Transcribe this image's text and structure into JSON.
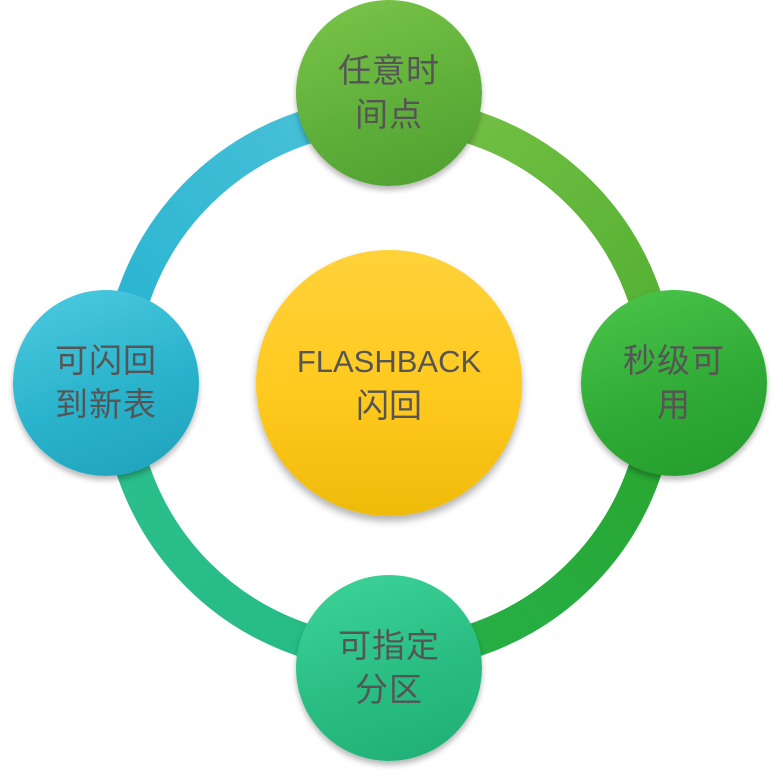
{
  "center": {
    "line1": "FLASHBACK",
    "line2": "闪回",
    "color": "#ffc91e"
  },
  "nodes": {
    "top": {
      "line1": "任意时",
      "line2": "间点",
      "color": "#5fb03a"
    },
    "right": {
      "line1": "秒级可",
      "line2": "用",
      "color": "#30ab36"
    },
    "bottom": {
      "line1": "可指定",
      "line2": "分区",
      "color": "#29bd82"
    },
    "left": {
      "line1": "可闪回",
      "line2": "到新表",
      "color": "#2ab3cc"
    }
  },
  "ring_colors": {
    "top_right": "#6cbb3c",
    "right_bottom": "#25a52f",
    "bottom_left": "#27bb86",
    "left_top": "#2cb6cf"
  }
}
